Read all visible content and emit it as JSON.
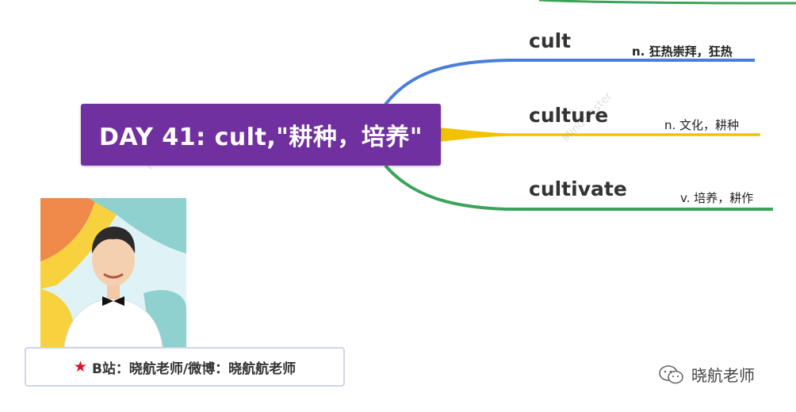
{
  "central_topic": "DAY 41: cult,\"耕种，培养\"",
  "branches": [
    {
      "word": "cult",
      "meaning": "n. 狂热崇拜，狂热",
      "color": "#4a7fd9"
    },
    {
      "word": "culture",
      "meaning": "n. 文化，耕种",
      "color": "#f2c200"
    },
    {
      "word": "cultivate",
      "meaning": "v. 培养，耕作",
      "color": "#3aa35a"
    }
  ],
  "caption": "B站：晓航老师/微博：晓航航老师",
  "wechat_account": "晓航老师",
  "colors": {
    "central_bg": "#7030a0",
    "top_partial_line": "#3aa35a"
  }
}
